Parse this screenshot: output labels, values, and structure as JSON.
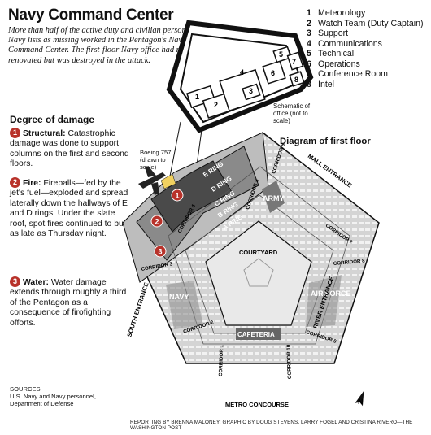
{
  "header": {
    "title": "Navy Command Center",
    "intro": "More than half of the active duty and civilian personnel the Navy lists as missing worked in the Pentagon's Navy Command Center. The first-floor Navy office had recently been renovated but was destroyed in the attack."
  },
  "legend": {
    "items": [
      {
        "num": "1",
        "label": "Meteorology"
      },
      {
        "num": "2",
        "label": "Watch Team (Duty Captain)"
      },
      {
        "num": "3",
        "label": "Support"
      },
      {
        "num": "4",
        "label": "Communications"
      },
      {
        "num": "5",
        "label": "Technical"
      },
      {
        "num": "6",
        "label": "Operations"
      },
      {
        "num": "7",
        "label": "Conference Room"
      },
      {
        "num": "8",
        "label": "Intel"
      }
    ]
  },
  "schematic": {
    "note": "Schematic of office (not to scale)",
    "rooms": [
      "1",
      "2",
      "3",
      "4",
      "5",
      "6",
      "7",
      "8"
    ]
  },
  "damage": {
    "title": "Degree of  damage",
    "items": [
      {
        "num": "1",
        "lead": "Structural:",
        "text": "Catastrophic damage was done to support columns on the first and second floors."
      },
      {
        "num": "2",
        "lead": "Fire:",
        "text": "Fireballs—fed by the jet's fuel—exploded and spread laterally down the hallways of E and D rings. Under the slate roof, spot fires continued to burn as late as Thursday night."
      },
      {
        "num": "3",
        "lead": "Water:",
        "text": "Water damage extends through roughly a third of the Pentagon as a consequence of firofighting offorts."
      }
    ]
  },
  "diagram": {
    "title": "Diagram of first floor",
    "boeing_note": "Boeing 757 (drawn to scale)",
    "rings": [
      "E RING",
      "D RING",
      "C RING",
      "B RING",
      "A RING"
    ],
    "corridors": [
      "CORRIDOR 1",
      "CORRIDOR 2",
      "CORRIDOR 3",
      "CORRIDOR 4",
      "CORRIDOR 5",
      "CORRIDOR 6",
      "CORRIDOR 7",
      "CORRIDOR 8",
      "CORRIDOR 9",
      "CORRIDOR 10"
    ],
    "areas": {
      "army": "ARMY",
      "navy": "NAVY",
      "air_force": "AIR FORCE",
      "cafeteria": "CAFETERIA",
      "courtyard": "COURTYARD"
    },
    "entrances": {
      "mall": "MALL ENTRANCE",
      "south": "SOUTH ENTRANCE",
      "river": "RIVER ENTRANCE",
      "metro": "METRO CONCOURSE"
    },
    "north": "N",
    "damage_markers": [
      "1",
      "2",
      "3"
    ],
    "colors": {
      "damage_dark": "#4a4a4a",
      "damage_mid": "#8a8a8a",
      "damage_light": "#bdbdbd",
      "building": "#d9d9d9",
      "marker": "#b8322a"
    }
  },
  "sources": {
    "label": "SOURCES:",
    "text": "U.S. Navy and Navy personnel, Department of Defense"
  },
  "credit": "REPORTING BY BRENNA MALONEY; GRAPHIC BY DOUG STEVENS, LARRY FOGEL AND CRISTINA RIVERO—THE WASHINGTON POST"
}
